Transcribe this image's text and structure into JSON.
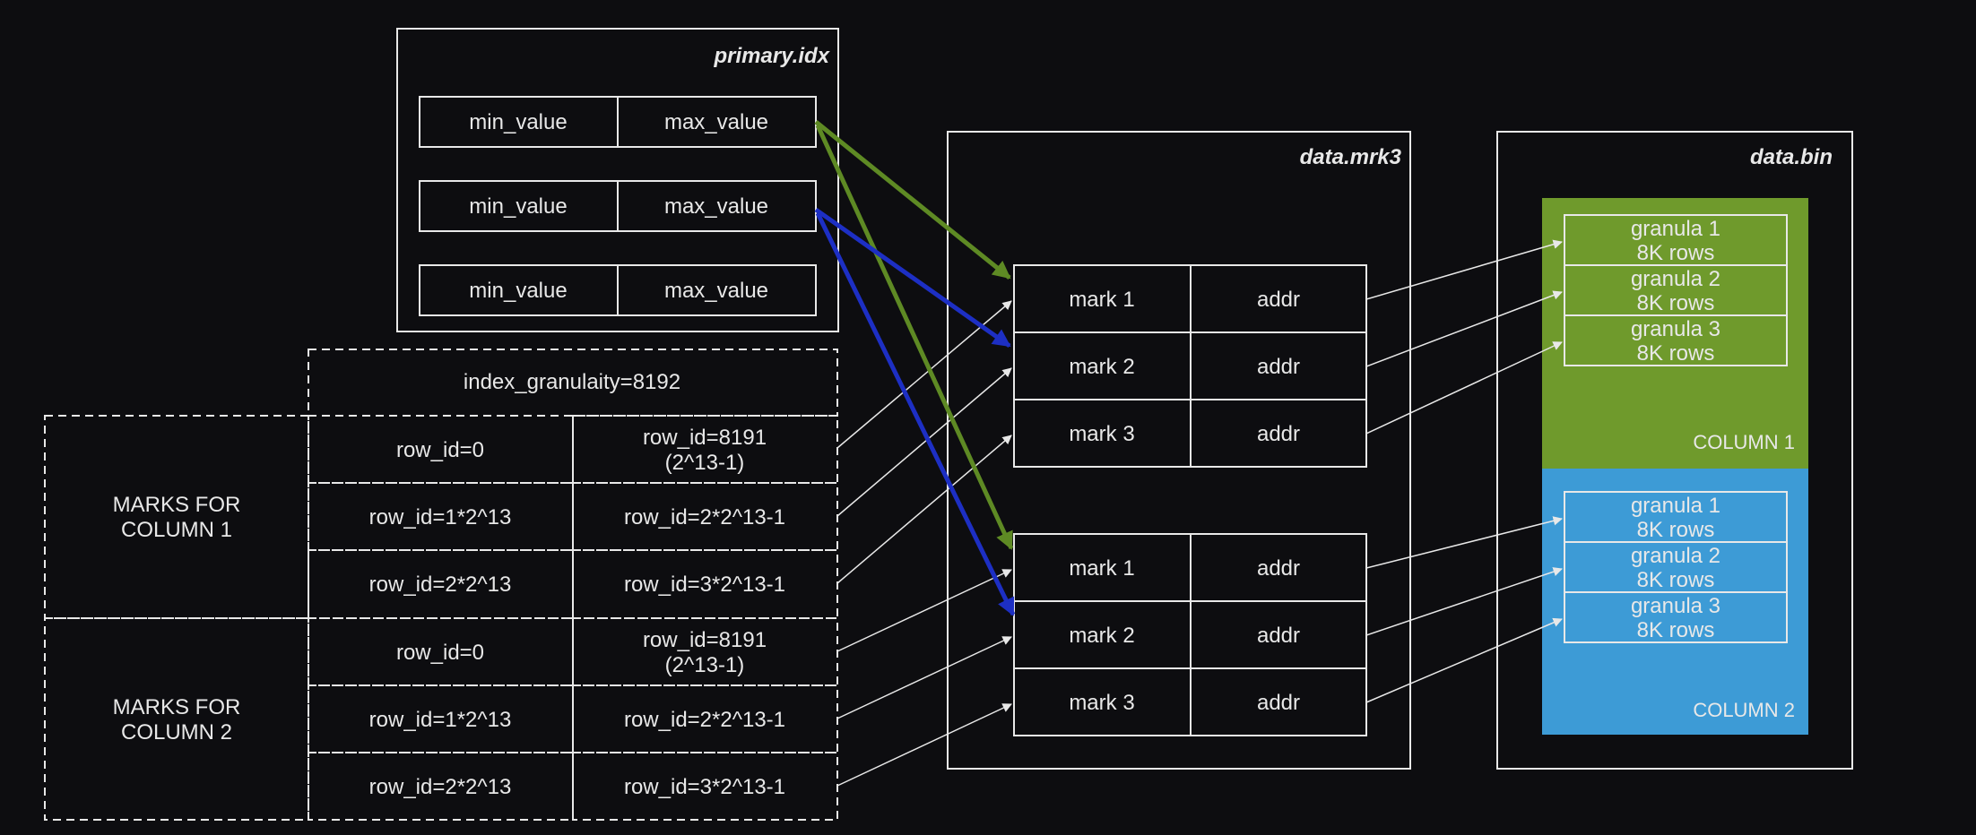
{
  "primary_idx": {
    "title": "primary.idx",
    "rows": [
      {
        "min": "min_value",
        "max": "max_value"
      },
      {
        "min": "min_value",
        "max": "max_value"
      },
      {
        "min": "min_value",
        "max": "max_value"
      }
    ]
  },
  "index_granularity": "index_granulaity=8192",
  "marks_column1": {
    "label_line1": "MARKS FOR",
    "label_line2": "COLUMN 1",
    "rows": [
      {
        "start": "row_id=0",
        "end_line1": "row_id=8191",
        "end_line2": "(2^13-1)"
      },
      {
        "start": "row_id=1*2^13",
        "end_line1": "row_id=2*2^13-1",
        "end_line2": ""
      },
      {
        "start": "row_id=2*2^13",
        "end_line1": "row_id=3*2^13-1",
        "end_line2": ""
      }
    ]
  },
  "marks_column2": {
    "label_line1": "MARKS FOR",
    "label_line2": "COLUMN 2",
    "rows": [
      {
        "start": "row_id=0",
        "end_line1": "row_id=8191",
        "end_line2": "(2^13-1)"
      },
      {
        "start": "row_id=1*2^13",
        "end_line1": "row_id=2*2^13-1",
        "end_line2": ""
      },
      {
        "start": "row_id=2*2^13",
        "end_line1": "row_id=3*2^13-1",
        "end_line2": ""
      }
    ]
  },
  "data_mrk3": {
    "title": "data.mrk3",
    "group1": [
      {
        "mark": "mark 1",
        "addr": "addr"
      },
      {
        "mark": "mark 2",
        "addr": "addr"
      },
      {
        "mark": "mark 3",
        "addr": "addr"
      }
    ],
    "group2": [
      {
        "mark": "mark 1",
        "addr": "addr"
      },
      {
        "mark": "mark 2",
        "addr": "addr"
      },
      {
        "mark": "mark 3",
        "addr": "addr"
      }
    ]
  },
  "data_bin": {
    "title": "data.bin",
    "column1": {
      "label": "COLUMN 1",
      "color": "#6f9a2c",
      "granules": [
        {
          "name": "granula 1",
          "rows": "8K rows"
        },
        {
          "name": "granula 2",
          "rows": "8K rows"
        },
        {
          "name": "granula 3",
          "rows": "8K rows"
        }
      ]
    },
    "column2": {
      "label": "COLUMN 2",
      "color": "#3d9bd6",
      "granules": [
        {
          "name": "granula 1",
          "rows": "8K rows"
        },
        {
          "name": "granula 2",
          "rows": "8K rows"
        },
        {
          "name": "granula 3",
          "rows": "8K rows"
        }
      ]
    }
  },
  "colors": {
    "background": "#0d0d10",
    "green_arrow": "#5e8a24",
    "blue_arrow": "#1d2fc4",
    "line": "#e8e8e8"
  }
}
